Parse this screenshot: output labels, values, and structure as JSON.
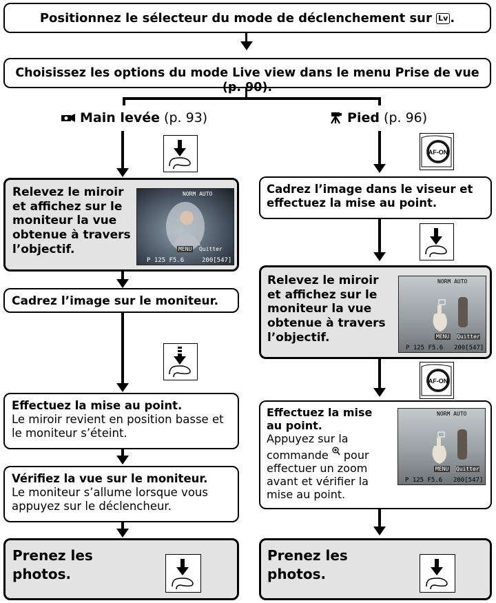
{
  "top_box": {
    "text": "Positionnez le sélecteur du mode de déclenchement sur",
    "icon": "live-view-icon",
    "icon_text": "Lv"
  },
  "menu_box": {
    "text": "Choisissez les options du mode Live view dans le menu Prise de vue (p. 90)."
  },
  "left": {
    "heading_bold": "Main levée",
    "heading_ref": "(p. 93)",
    "heading_icon": "handheld-icon",
    "step1": {
      "lines": [
        "Relevez le miroir",
        "et affichez sur le",
        "moniteur la vue",
        "obtenue à travers",
        "l’objectif."
      ]
    },
    "step2": {
      "text": "Cadrez l’image sur le moniteur."
    },
    "step3": {
      "title": "Effectuez la mise au point.",
      "body": [
        "Le miroir revient en position basse et",
        "le moniteur s’éteint."
      ]
    },
    "step4": {
      "title": "Vérifiez la vue sur le moniteur.",
      "body": [
        "Le moniteur s’allume lorsque vous",
        "appuyez sur le déclencheur."
      ]
    },
    "step5": {
      "lines": [
        "Prenez les",
        "photos."
      ]
    }
  },
  "right": {
    "heading_bold": "Pied",
    "heading_ref": "(p. 96)",
    "heading_icon": "tripod-icon",
    "step1": {
      "lines": [
        "Cadrez l’image dans le viseur et",
        "effectuez la mise au point."
      ]
    },
    "step2": {
      "lines": [
        "Relevez le miroir",
        "et affichez sur le",
        "moniteur la vue",
        "obtenue à travers",
        "l’objectif."
      ]
    },
    "step3": {
      "title": [
        "Effectuez la mise",
        "au point."
      ],
      "body": [
        "Appuyez sur la",
        "commande",
        "pour",
        "effectuer un zoom",
        "avant et vérifier la",
        "mise au point."
      ],
      "zoom_icon": "zoom-in-icon"
    },
    "step4": {
      "lines": [
        "Prenez les",
        "photos."
      ]
    }
  },
  "screen": {
    "top_right": "NORM AUTO",
    "menu_label": "MENU",
    "quit_label": "Quitter",
    "bottom": "P  125  F5.6",
    "count": "200[547]"
  },
  "afon_label": "AF-ON"
}
